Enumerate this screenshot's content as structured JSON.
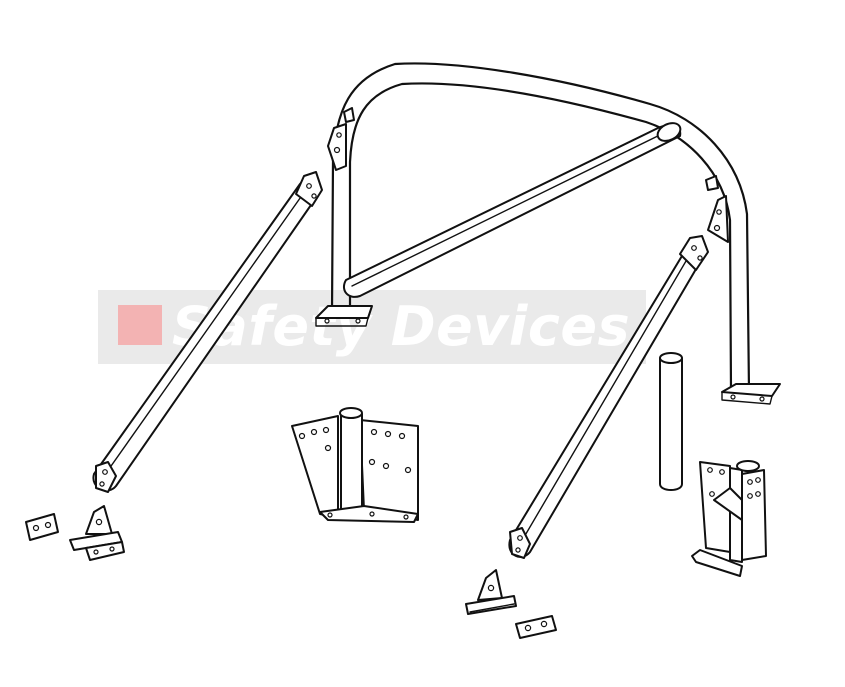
{
  "watermark": {
    "text": "Safety Devices",
    "band_color": "#e6e6e6",
    "square_color": "#f3b3b3"
  },
  "diagram": {
    "parts": [
      "main-hoop",
      "diagonal-brace",
      "left-rear-stay",
      "right-rear-stay",
      "spare-tube",
      "left-hoop-mount-plate",
      "right-hoop-mount-plate",
      "left-stay-bracket",
      "left-backing-plate",
      "right-stay-bracket",
      "right-backing-plate"
    ]
  }
}
